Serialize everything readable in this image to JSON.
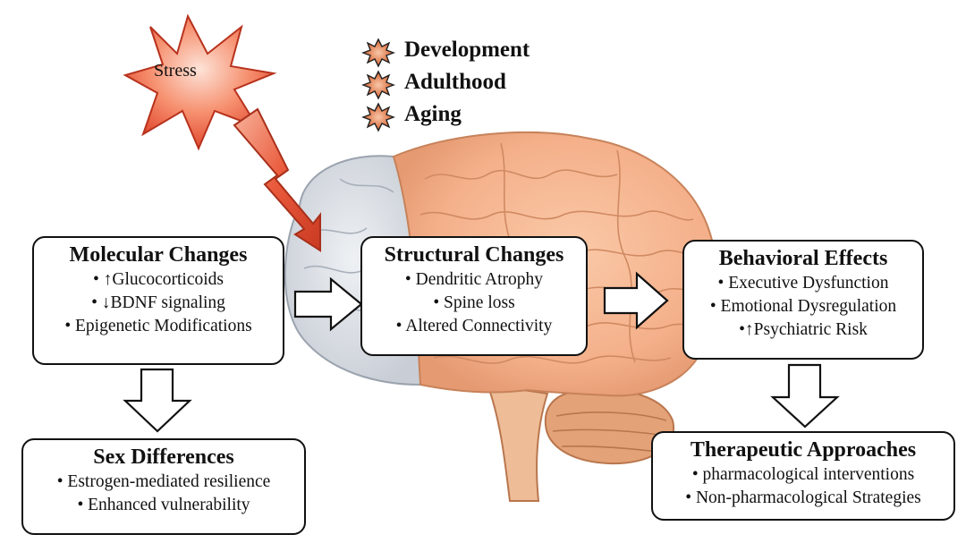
{
  "stress": {
    "label": "Stress"
  },
  "legend": [
    {
      "label": "Development"
    },
    {
      "label": "Adulthood"
    },
    {
      "label": "Aging"
    }
  ],
  "molecular": {
    "title": "Molecular Changes",
    "items": [
      "• ↑Glucocorticoids",
      "• ↓BDNF signaling",
      "•   Epigenetic Modifications"
    ]
  },
  "structural": {
    "title": "Structural Changes",
    "items": [
      "• Dendritic Atrophy",
      "• Spine loss",
      "• Altered Connectivity"
    ]
  },
  "behavioral": {
    "title": "Behavioral Effects",
    "items": [
      "• Executive Dysfunction",
      "• Emotional Dysregulation",
      "•↑Psychiatric Risk"
    ]
  },
  "sex": {
    "title": "Sex Differences",
    "items": [
      "• Estrogen-mediated resilience",
      "• Enhanced vulnerability"
    ]
  },
  "therapeutic": {
    "title": "Therapeutic Approaches",
    "items": [
      "• pharmacological interventions",
      "• Non-pharmacological Strategies"
    ]
  },
  "colors": {
    "brain_frontal": "#f4b48f",
    "brain_occipital": "#dfe3e8",
    "cerebellum": "#e5a274",
    "stress_star": "#e8543a",
    "bolt": "#e14a30"
  }
}
